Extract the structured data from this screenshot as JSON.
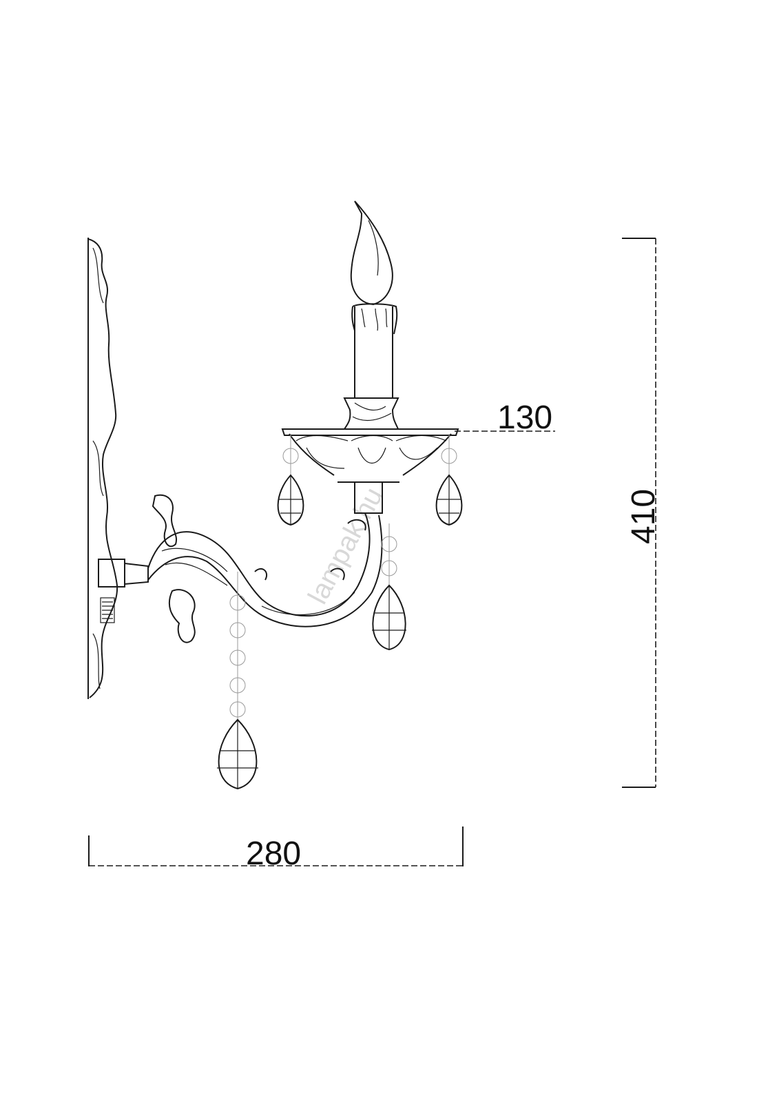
{
  "drawing": {
    "subject": "wall-sconce",
    "watermark": "lampak.hu",
    "dimensions": {
      "width": "280",
      "height": "410",
      "projection": "130"
    }
  }
}
